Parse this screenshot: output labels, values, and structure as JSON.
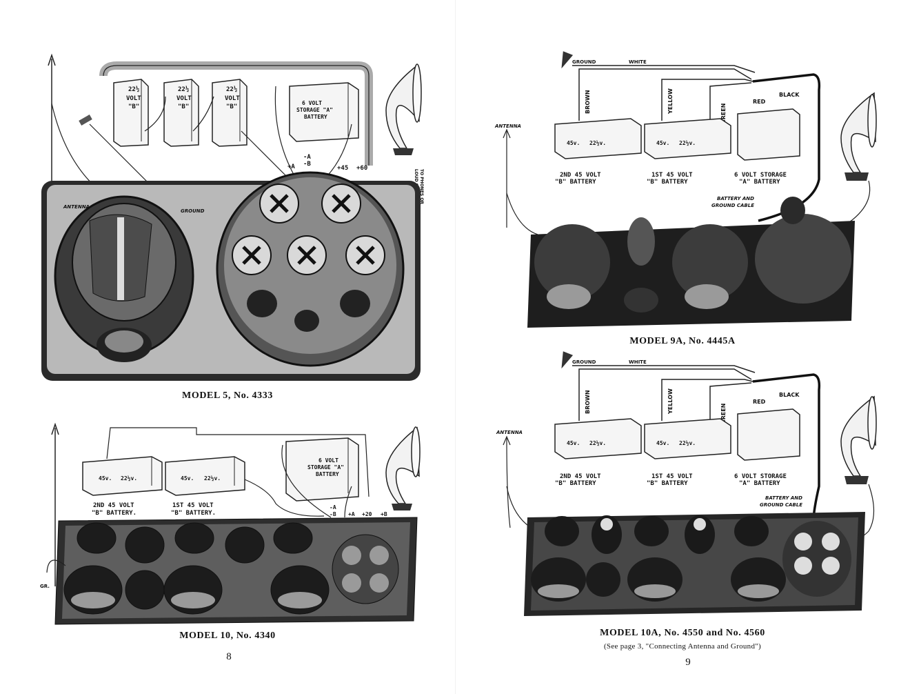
{
  "left_page": {
    "page_number": "8",
    "figures": [
      {
        "caption": "MODEL 5, No. 4333",
        "labels": {
          "b_battery_1": [
            "22½",
            "VOLT",
            "\"B\""
          ],
          "b_battery_2": [
            "22½",
            "VOLT",
            "\"B\""
          ],
          "b_battery_3": [
            "22½",
            "VOLT",
            "\"B\""
          ],
          "a_battery": [
            "6 VOLT",
            "STORAGE \"A\"",
            "BATTERY"
          ],
          "antenna": "ANTENNA",
          "ground": "GROUND",
          "terminals": [
            "+A",
            "-A",
            "-B",
            "+45",
            "+60"
          ],
          "speaker": [
            "TO PHONES OR",
            "LOUD SPEAKER"
          ]
        }
      },
      {
        "caption": "MODEL 10, No. 4340",
        "labels": {
          "b_battery_2nd": [
            "2ND 45 VOLT",
            "\"B\" BATTERY."
          ],
          "b_battery_1st": [
            "1ST 45 VOLT",
            "\"B\" BATTERY."
          ],
          "b_battery_2nd_terms": [
            "45v.",
            "22½v."
          ],
          "b_battery_1st_terms": [
            "45v.",
            "22½v."
          ],
          "a_battery": [
            "6 VOLT",
            "STORAGE \"A\"",
            "BATTERY"
          ],
          "terminals": [
            "-A",
            "-B",
            "+A",
            "+20",
            "+B"
          ],
          "ground": "GR."
        }
      }
    ]
  },
  "right_page": {
    "page_number": "9",
    "figures": [
      {
        "caption": "MODEL 9A, No. 4445A",
        "labels": {
          "ground": "GROUND",
          "white": "WHITE",
          "brown": "BROWN",
          "yellow": "YELLOW",
          "green": "GREEN",
          "red": "RED",
          "black": "BLACK",
          "antenna": "ANTENNA",
          "b_2nd": [
            "2ND 45 VOLT",
            "\"B\" BATTERY"
          ],
          "b_1st": [
            "1ST 45 VOLT",
            "\"B\" BATTERY"
          ],
          "a_battery": [
            "6 VOLT STORAGE",
            "\"A\" BATTERY"
          ],
          "terms": [
            "45v.",
            "22½v."
          ],
          "cable": [
            "BATTERY AND",
            "GROUND CABLE"
          ]
        }
      },
      {
        "caption": "MODEL 10A, No. 4550 and No. 4560",
        "subcaption": "(See page 3, \"Connecting Antenna and Ground\")",
        "labels": {
          "ground": "GROUND",
          "white": "WHITE",
          "brown": "BROWN",
          "yellow": "YELLOW",
          "green": "GREEN",
          "red": "RED",
          "black": "BLACK",
          "antenna": "ANTENNA",
          "b_2nd": [
            "2ND 45 VOLT",
            "\"B\" BATTERY"
          ],
          "b_1st": [
            "1ST 45 VOLT",
            "\"B\" BATTERY"
          ],
          "a_battery": [
            "6 VOLT STORAGE",
            "\"A\" BATTERY"
          ],
          "terms": [
            "45v.",
            "22½v."
          ],
          "cable": [
            "BATTERY AND",
            "GROUND CABLE"
          ]
        }
      }
    ]
  }
}
